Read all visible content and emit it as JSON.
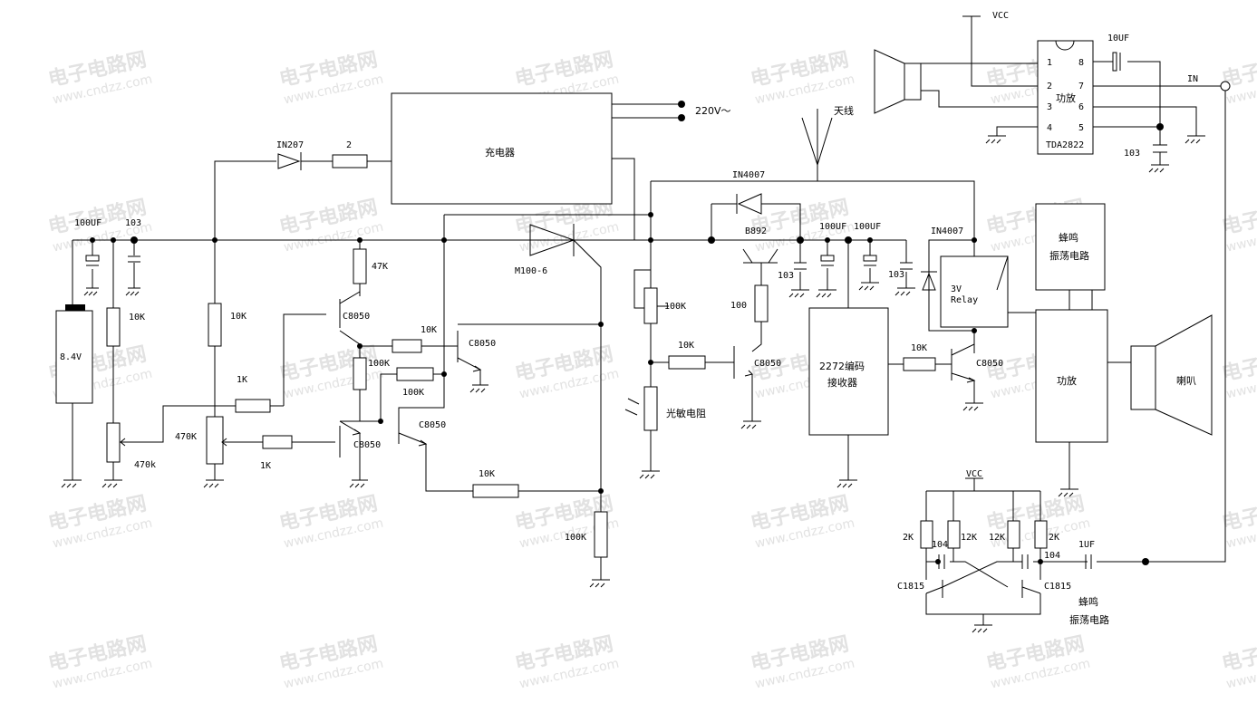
{
  "watermark": {
    "cn": "电子电路网",
    "url": "www.cndzz.com"
  },
  "labels": {
    "charger": "充电器",
    "mains": "220V～",
    "antenna": "天线",
    "vcc_top": "VCC",
    "vcc_osc": "VCC",
    "in_label": "IN",
    "amp_ic_name": "功放",
    "amp_ic_part": "TDA2822",
    "amp_ic_pins": [
      "1",
      "2",
      "3",
      "4",
      "8",
      "7",
      "6",
      "5"
    ],
    "cap_10uf_top": "10UF",
    "cap_103_top": "103",
    "d_in207": "IN207",
    "r_2": "2",
    "c_100uf_batt": "100UF",
    "c_103_batt": "103",
    "battery": "8.4V",
    "r_10k_a": "10K",
    "r_470k_pot": "470k",
    "r_10k_b": "10K",
    "r_470k_b": "470K",
    "r_1k_a": "1K",
    "r_1k_b": "1K",
    "r_47k": "47K",
    "q1": "C8050",
    "r_100k_a": "100K",
    "r_10k_c": "10K",
    "q2": "C8050",
    "r_100k_b": "100K",
    "q3": "C8050",
    "q4": "C8050",
    "r_10k_d": "10K",
    "scr": "M100-6",
    "r_100k_c": "100K",
    "d_in4007_a": "IN4007",
    "q_b892": "B892",
    "c_103_mid": "103",
    "r_100": "100",
    "pot_100k": "100K",
    "r_10k_e": "10K",
    "q5": "C8050",
    "ldr": "光敏电阻",
    "c_100uf_a": "100UF",
    "c_100uf_b": "100UF",
    "c_103_relay": "103",
    "d_in4007_b": "IN4007",
    "relay_a": "3V",
    "relay_b": "Relay",
    "decoder_a": "2272编码",
    "decoder_b": "接收器",
    "r_10k_f": "10K",
    "q6": "C8050",
    "buzzer_box_a": "蜂鸣",
    "buzzer_box_b": "振荡电路",
    "amp_box": "功放",
    "speaker": "喇叭",
    "osc_r_2k_left": "2K",
    "osc_c_104_left": "104",
    "osc_r_12k_left": "12K",
    "osc_r_12k_right": "12K",
    "osc_r_2k_right": "2K",
    "osc_c_104_right": "104",
    "osc_c_1uf": "1UF",
    "osc_q_left": "C1815",
    "osc_q_right": "C1815",
    "osc_title_a": "蜂鸣",
    "osc_title_b": "振荡电路"
  }
}
